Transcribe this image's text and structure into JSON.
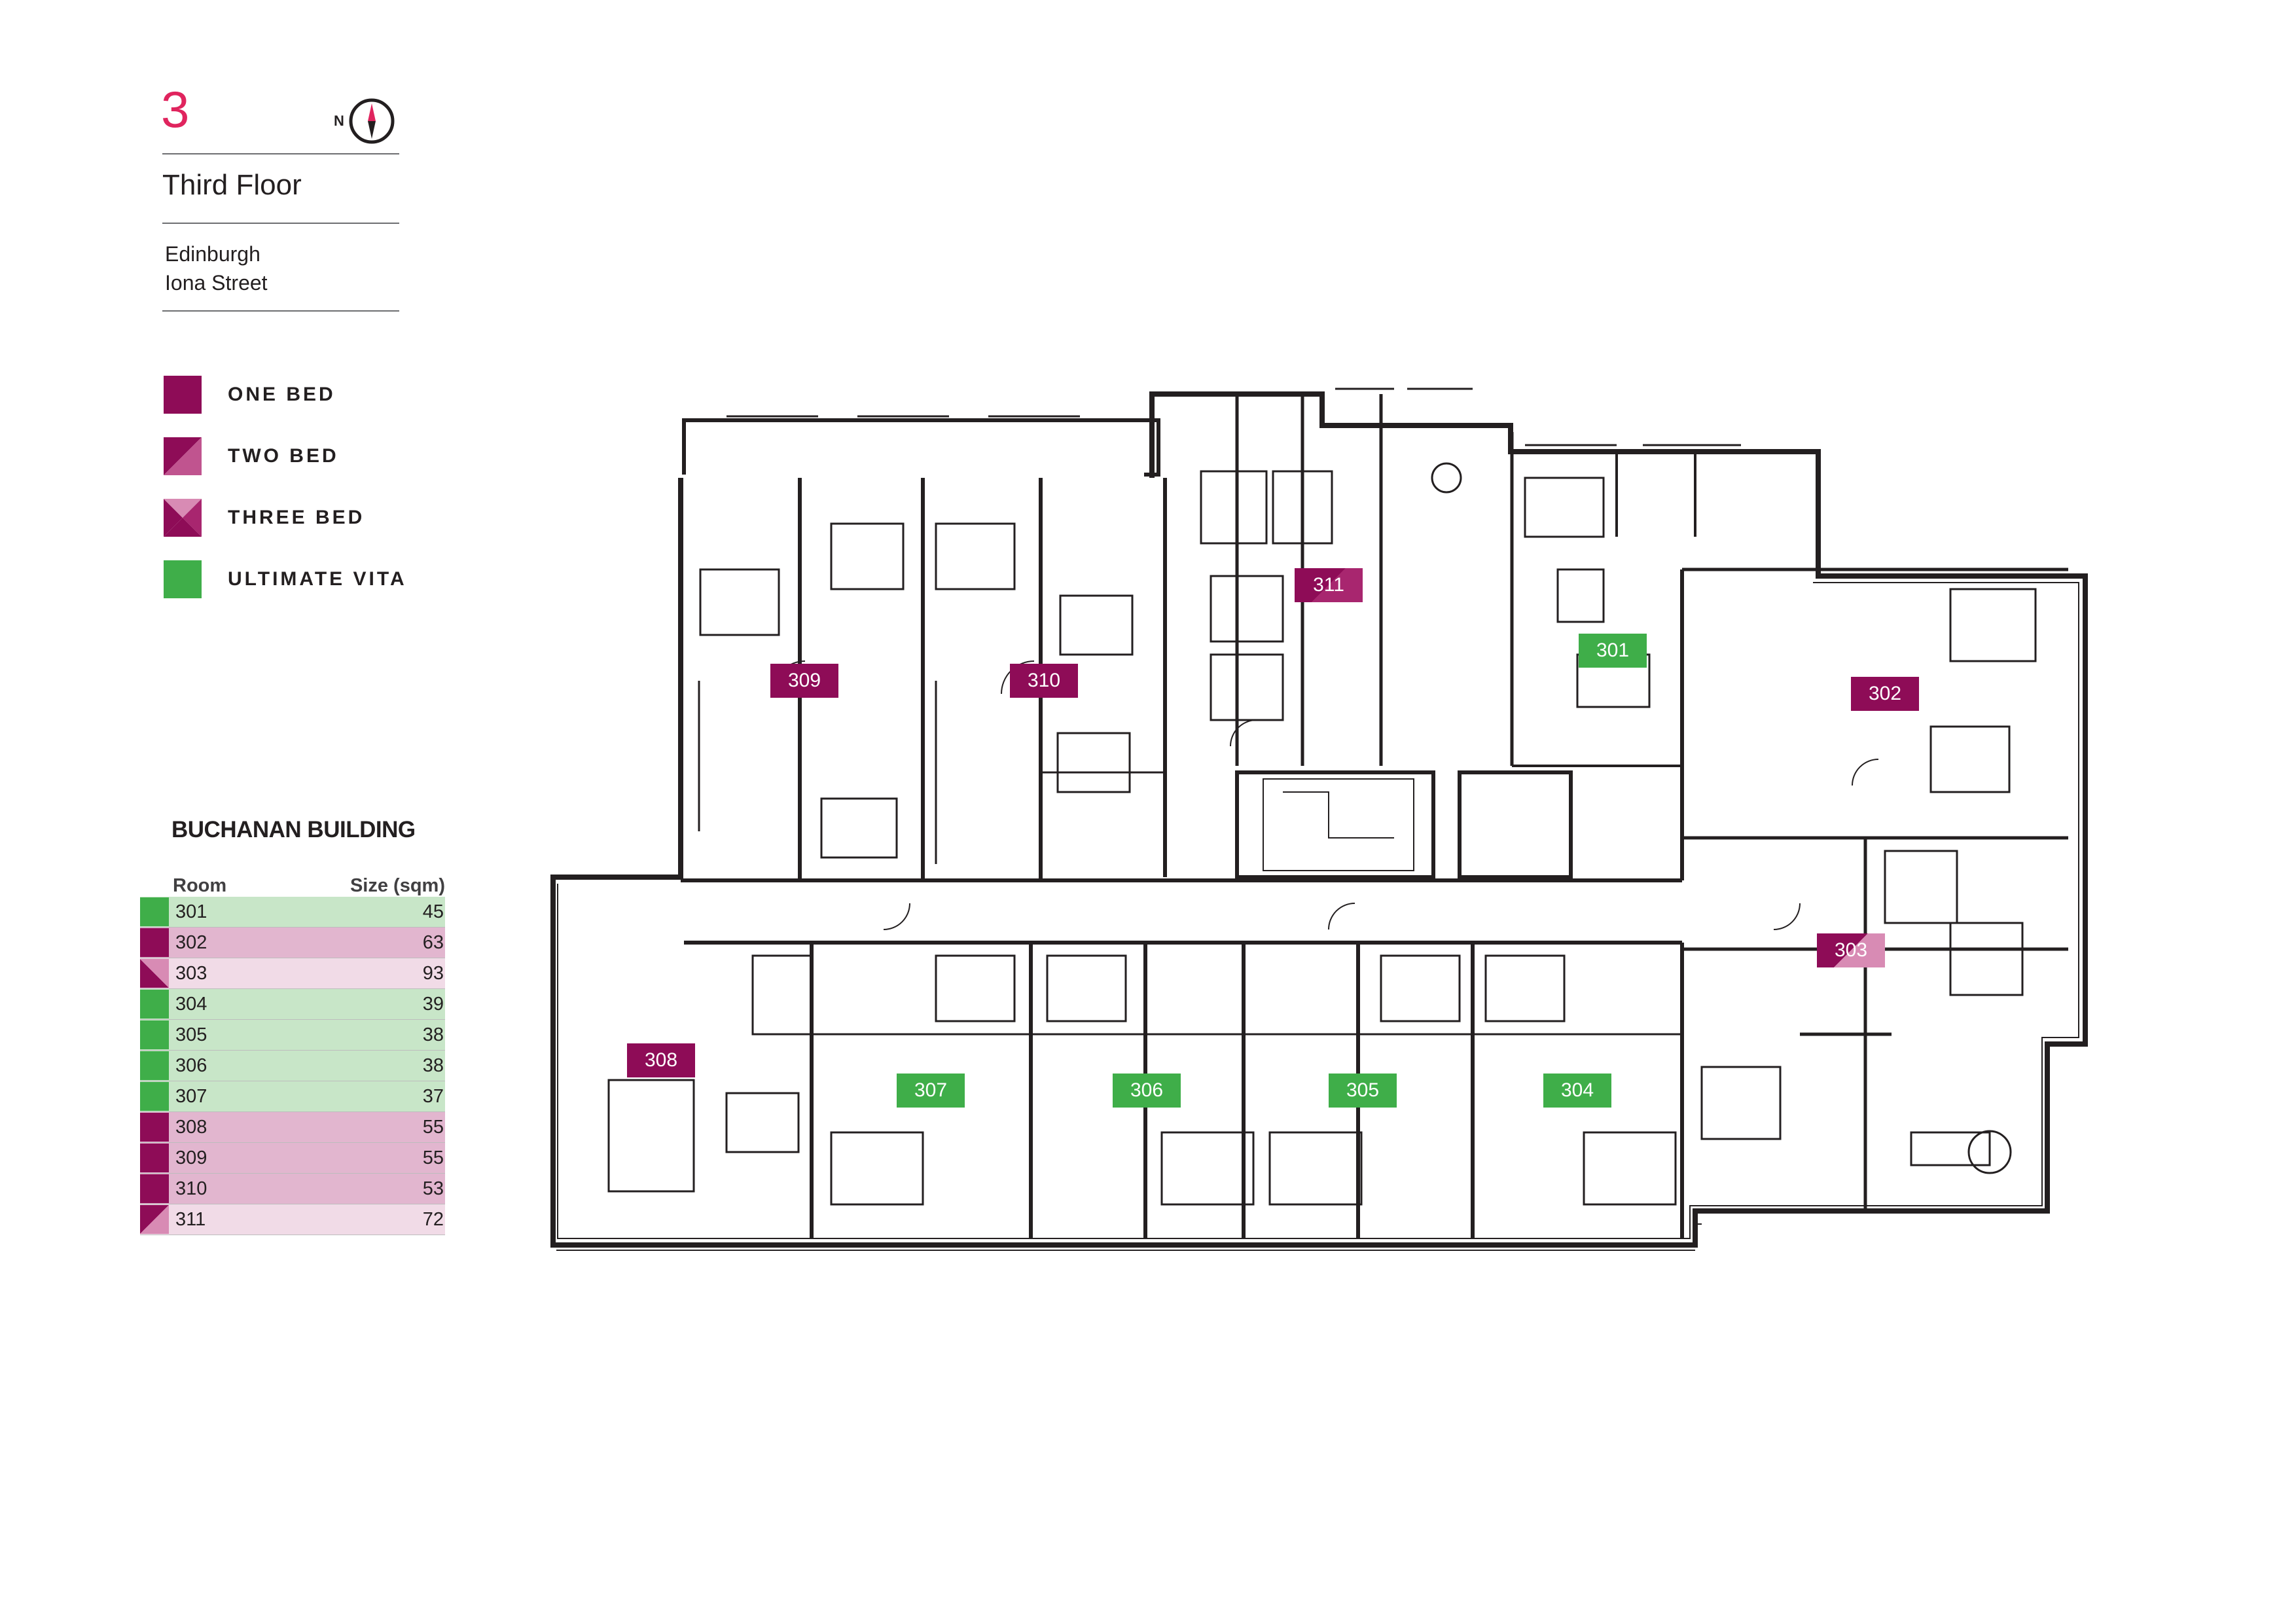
{
  "header": {
    "floor_number": "3",
    "north_label": "N",
    "floor_name": "Third Floor",
    "city": "Edinburgh",
    "street": "Iona Street"
  },
  "colors": {
    "accent": "#e0245e",
    "one_bed": "#8e0c57",
    "two_bed": "#a8266f",
    "three_bed_light": "#d88bb4",
    "ultimate_vita": "#3fae49",
    "row_green": "#c8e6c8",
    "row_pink": "#e2b6cf",
    "row_lightpink": "#f1dbe7"
  },
  "legend": [
    {
      "label": "ONE BED",
      "type": "one"
    },
    {
      "label": "TWO BED",
      "type": "two"
    },
    {
      "label": "THREE BED",
      "type": "three"
    },
    {
      "label": "ULTIMATE VITA",
      "type": "vita"
    }
  ],
  "building": {
    "title": "BUCHANAN BUILDING",
    "col_room": "Room",
    "col_size": "Size (sqm)",
    "rows": [
      {
        "room": "301",
        "size": "45",
        "type": "vita"
      },
      {
        "room": "302",
        "size": "63",
        "type": "one"
      },
      {
        "room": "303",
        "size": "93",
        "type": "three"
      },
      {
        "room": "304",
        "size": "39",
        "type": "vita"
      },
      {
        "room": "305",
        "size": "38",
        "type": "vita"
      },
      {
        "room": "306",
        "size": "38",
        "type": "vita"
      },
      {
        "room": "307",
        "size": "37",
        "type": "vita"
      },
      {
        "room": "308",
        "size": "55",
        "type": "one"
      },
      {
        "room": "309",
        "size": "55",
        "type": "one"
      },
      {
        "room": "310",
        "size": "53",
        "type": "one"
      },
      {
        "room": "311",
        "size": "72",
        "type": "two"
      }
    ]
  },
  "plan_units": [
    {
      "label": "309",
      "type": "one"
    },
    {
      "label": "310",
      "type": "one"
    },
    {
      "label": "311",
      "type": "two"
    },
    {
      "label": "301",
      "type": "vita"
    },
    {
      "label": "302",
      "type": "one"
    },
    {
      "label": "303",
      "type": "three"
    },
    {
      "label": "308",
      "type": "one"
    },
    {
      "label": "307",
      "type": "vita"
    },
    {
      "label": "306",
      "type": "vita"
    },
    {
      "label": "305",
      "type": "vita"
    },
    {
      "label": "304",
      "type": "vita"
    }
  ]
}
